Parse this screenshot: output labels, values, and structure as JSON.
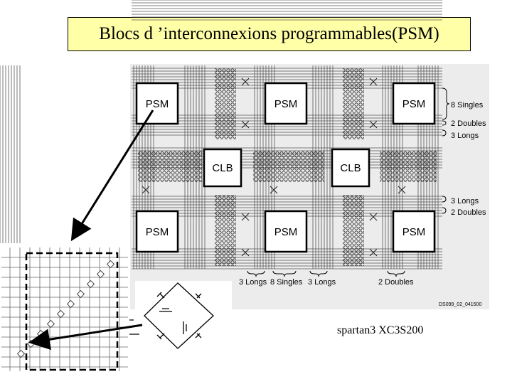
{
  "title": "Blocs d ’interconnexions programmables(PSM)",
  "blocks": {
    "psm": "PSM",
    "clb": "CLB"
  },
  "right_labels": {
    "singles": "8 Singles",
    "doubles_top": "2 Doubles",
    "longs_top": "3 Longs",
    "longs_mid": "3 Longs",
    "doubles_mid": "2 Doubles"
  },
  "bottom_labels": {
    "longs_left": "3 Longs",
    "singles": "8 Singles",
    "longs_right": "3 Longs",
    "doubles": "2 Doubles"
  },
  "figure_code": "DS099_02_041500",
  "caption": "spartan3   XC3S200",
  "colors": {
    "title_bg": "#ffffa8",
    "figure_bg": "#ececec"
  }
}
